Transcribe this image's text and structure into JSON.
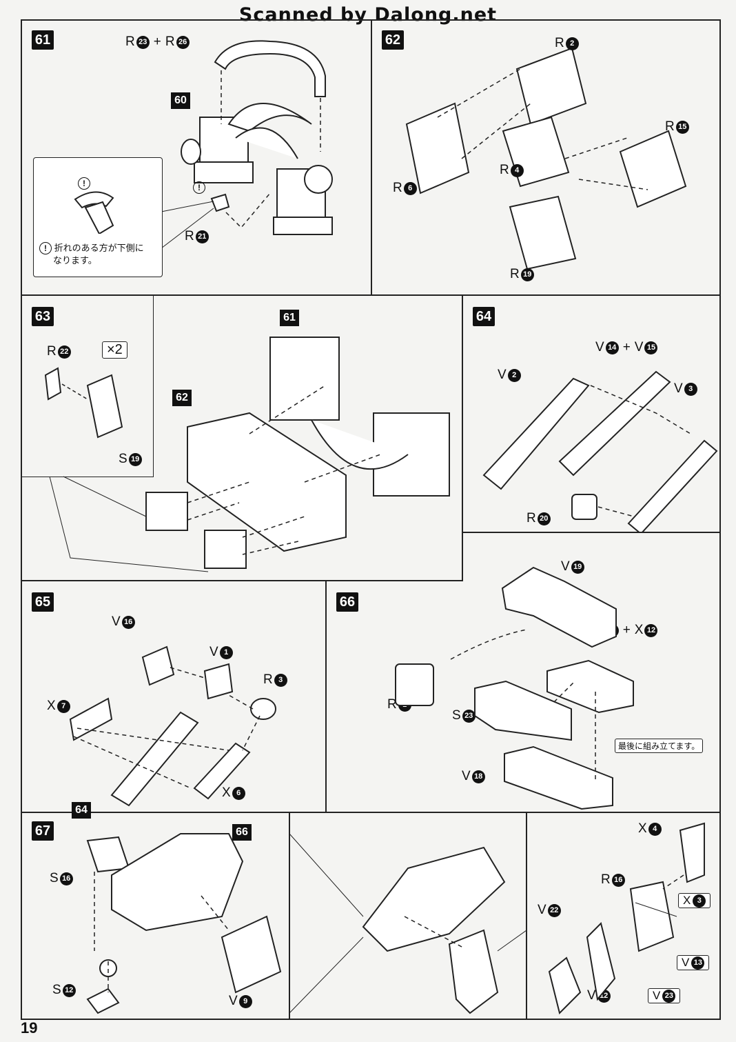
{
  "header": "Scanned by Dalong.net",
  "page_number": "19",
  "steps": {
    "s61": {
      "label": "61",
      "ref": "60",
      "part_main": "R",
      "n1": "23",
      "n2": "26",
      "part_r21": "R",
      "n_r21": "21",
      "note_line1": "折れのある方が下側に",
      "note_line2": "なります。",
      "warn": "!"
    },
    "s62": {
      "label": "62",
      "p1": "R",
      "n1": "2",
      "p2": "R",
      "n2": "15",
      "p3": "R",
      "n3": "4",
      "p4": "R",
      "n4": "6",
      "p5": "R",
      "n5": "19"
    },
    "s63": {
      "label": "63",
      "ref1": "61",
      "ref2": "62",
      "p1": "R",
      "n1": "22",
      "p2": "S",
      "n2": "19",
      "times": "×2"
    },
    "s64": {
      "label": "64",
      "p1": "V",
      "n1": "2",
      "p2": "V",
      "n2": "14",
      "p3": "V",
      "n3": "15",
      "p4": "V",
      "n4": "3",
      "p5": "R",
      "n5": "20"
    },
    "s65": {
      "label": "65",
      "ref": "64",
      "p1": "V",
      "n1": "16",
      "p2": "V",
      "n2": "1",
      "p3": "R",
      "n3": "3",
      "p4": "X",
      "n4": "7",
      "p5": "X",
      "n5": "6"
    },
    "s66": {
      "label": "66",
      "p1": "V",
      "n1": "19",
      "p2": "X",
      "n2": "8",
      "p3": "X",
      "n3": "12",
      "p4": "R",
      "n4": "1",
      "p5": "S",
      "n5": "23",
      "p6": "V",
      "n6": "18",
      "note": "最後に組み立てます。"
    },
    "s67": {
      "label": "67",
      "ref": "66",
      "p1": "S",
      "n1": "16",
      "p2": "S",
      "n2": "12",
      "p3": "V",
      "n3": "9",
      "p4": "X",
      "n4": "4",
      "p5": "R",
      "n5": "16",
      "p6": "X",
      "n6": "3",
      "p7": "V",
      "n7": "22",
      "p8": "V",
      "n8": "12",
      "p9": "V",
      "n9": "13",
      "p10": "V",
      "n10": "23"
    }
  }
}
